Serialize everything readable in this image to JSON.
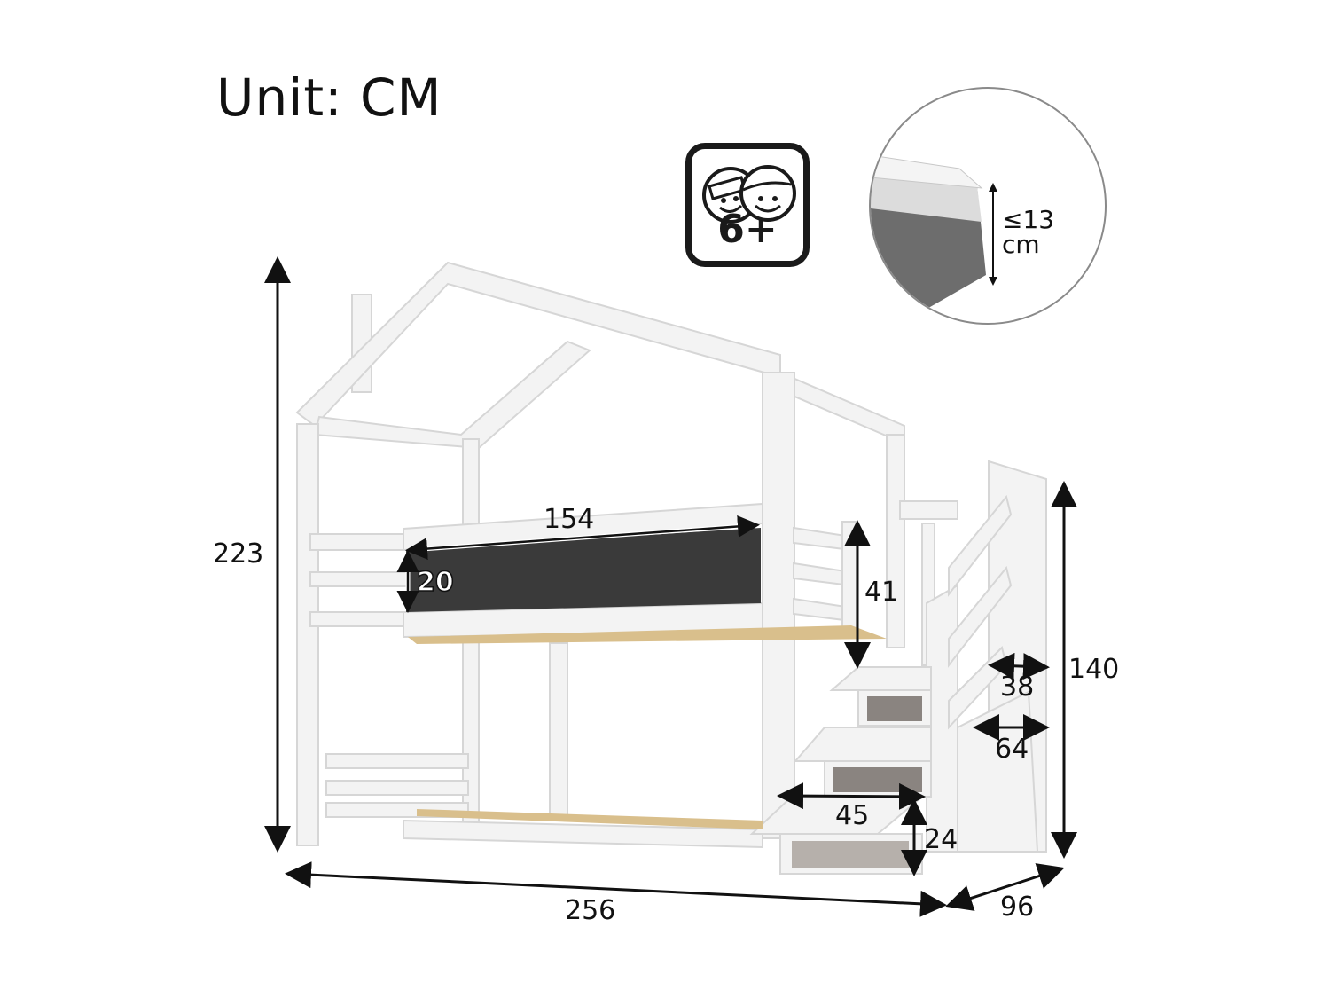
{
  "title": "Unit: CM",
  "age_badge": {
    "label": "6+",
    "icon": "children-faces-icon"
  },
  "mattress_callout": {
    "max_thickness_line1": "≤13",
    "max_thickness_line2": "cm"
  },
  "dimensions": {
    "overall_height": "223",
    "overall_length": "256",
    "overall_depth": "96",
    "stair_height": "140",
    "guardrail_panel_length": "154",
    "guardrail_panel_height": "20",
    "guardrail_height": "41",
    "step_depth_top": "38",
    "step_depth_lower": "64",
    "drawer_width": "45",
    "drawer_height": "24"
  },
  "colors": {
    "frame": "#f2f2f2",
    "frame_shadow": "#d9d9d9",
    "chalkboard": "#3a3a3a",
    "slats": "#d9bf8c",
    "dimension_lines": "#111111"
  }
}
